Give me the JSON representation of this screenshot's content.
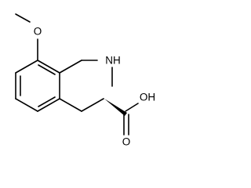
{
  "molecule": {
    "atoms": {
      "methoxy_o": "O",
      "ring_nh": "NH",
      "acid_oh": "OH",
      "carbonyl_o": "O"
    },
    "stereo_bond": "wedge"
  },
  "colors": {
    "bond": "#000000",
    "background": "#ffffff"
  }
}
